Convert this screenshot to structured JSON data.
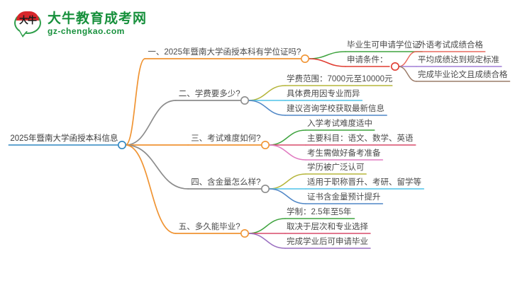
{
  "logo": {
    "mark_text": "大牛",
    "title": "大牛教育成考网",
    "domain": "gz-chengkao.com",
    "brand_green": "#17903c",
    "brand_red": "#d8262b"
  },
  "mindmap": {
    "root": {
      "label": "2025年暨南大学函授本科信息",
      "node_color": "#2e86c1",
      "underline_color": "#2e86c1"
    },
    "branches": [
      {
        "label": "一、2025年暨南大学函授本科有学位证吗?",
        "line_color": "#f09433",
        "node_color": "#f09433",
        "children": [
          {
            "label": "毕业生可申请学位证",
            "line_color": "#3ea33e",
            "children": []
          },
          {
            "label": "申请条件：",
            "line_color": "#e03b30",
            "node_color": "#e03b30",
            "children": [
              {
                "label": "外语考试成绩合格",
                "line_color": "#e8695e"
              },
              {
                "label": "平均成绩达到规定标准",
                "line_color": "#a07fd6"
              },
              {
                "label": "完成毕业论文且成绩合格",
                "line_color": "#9a7b68"
              }
            ]
          }
        ]
      },
      {
        "label": "二、学费要多少?",
        "line_color": "#8c8c8c",
        "node_color": "#8c8c8c",
        "children": [
          {
            "label": "学费范围：7000元至10000元",
            "line_color": "#b5b53a"
          },
          {
            "label": "具体费用因专业而异",
            "line_color": "#4fc3e8"
          },
          {
            "label": "建议咨询学校获取最新信息",
            "line_color": "#4f86c6"
          }
        ]
      },
      {
        "label": "三、考试难度如何?",
        "line_color": "#f09433",
        "node_color": "#f09433",
        "children": [
          {
            "label": "入学考试难度适中",
            "line_color": "#3ea33e"
          },
          {
            "label": "主要科目：语文、数学、英语",
            "line_color": "#d94a6a"
          },
          {
            "label": "考生需做好备考准备",
            "line_color": "#e07ac0"
          }
        ]
      },
      {
        "label": "四、含金量怎么样?",
        "line_color": "#8c8c8c",
        "node_color": "#8c8c8c",
        "children": [
          {
            "label": "学历被广泛认可",
            "line_color": "#b5b53a"
          },
          {
            "label": "适用于职称晋升、考研、留学等",
            "line_color": "#4fc3e8"
          },
          {
            "label": "证书含金量预计提升",
            "line_color": "#4f86c6"
          }
        ]
      },
      {
        "label": "五、多久能毕业?",
        "line_color": "#f09433",
        "node_color": "#f09433",
        "children": [
          {
            "label": "学制：2.5年至5年",
            "line_color": "#3ea33e"
          },
          {
            "label": "取决于层次和专业选择",
            "line_color": "#d94a6a"
          },
          {
            "label": "完成学业后可申请毕业",
            "line_color": "#9a6fc0"
          }
        ]
      }
    ]
  }
}
